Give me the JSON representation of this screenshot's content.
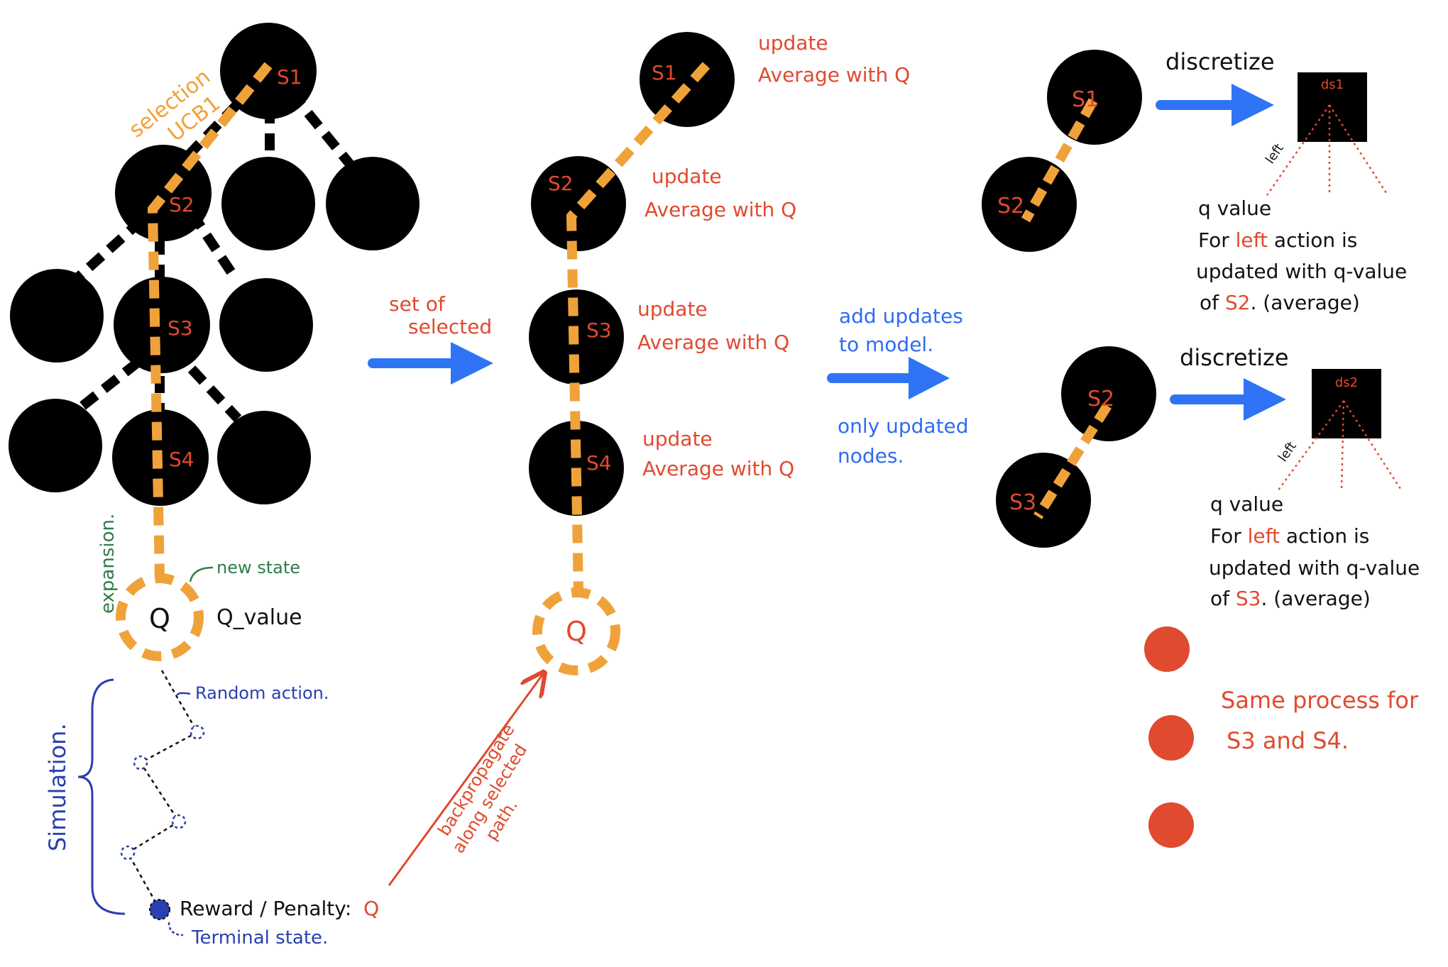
{
  "colors": {
    "node": "#000000",
    "path": "#f0a23a",
    "arrow_blue": "#2f74f5",
    "text_red": "#e04a2f",
    "text_blue": "#2f6bf0",
    "text_navy": "#2a3fb0",
    "text_green": "#2e7d4a",
    "dot_red": "#e04a2f"
  },
  "tree": {
    "s1": "S1",
    "s2": "S2",
    "s3": "S3",
    "s4": "S4",
    "selection_line1": "selection",
    "selection_line2": "UCB1",
    "expansion": "expansion.",
    "new_state": "new state",
    "q_node": "Q",
    "q_value": "Q_value",
    "random_action": "Random action.",
    "simulation": "Simulation.",
    "reward_prefix": "Reward / Penalty:",
    "reward_q": "Q",
    "terminal_state": "Terminal state."
  },
  "arrow_selected": {
    "line1": "set of",
    "line2": "selected"
  },
  "backprop": {
    "line1": "backpropagate",
    "line2": "along selected",
    "line3": "path."
  },
  "path_column": {
    "s1": "S1",
    "s2": "S2",
    "s3": "S3",
    "s4": "S4",
    "q_node": "Q",
    "updates": [
      {
        "line1": "update",
        "line2": "Average with Q"
      },
      {
        "line1": "update",
        "line2": "Average with Q"
      },
      {
        "line1": "update",
        "line2": "Average with Q"
      },
      {
        "line1": "update",
        "line2": "Average with Q"
      }
    ]
  },
  "model_arrow": {
    "line1": "add updates",
    "line2": "to model.",
    "line3": "only updated",
    "line4": "nodes."
  },
  "discretize_top": {
    "label": "discretize",
    "parent": "S1",
    "child": "S2",
    "box": "ds1",
    "left": "left",
    "desc1": "q value",
    "desc2_pre": "For ",
    "desc2_red": "left",
    "desc2_post": " action is",
    "desc3": "updated with q-value",
    "desc4_pre": "of ",
    "desc4_red": "S2",
    "desc4_post": ". (average)"
  },
  "discretize_bottom": {
    "label": "discretize",
    "parent": "S2",
    "child": "S3",
    "box": "ds2",
    "left": "left",
    "desc1": "q value",
    "desc2_pre": "For ",
    "desc2_red": "left",
    "desc2_post": " action is",
    "desc3": "updated with q-value",
    "desc4_pre": "of ",
    "desc4_red": "S3",
    "desc4_post": ". (average)"
  },
  "same_process": {
    "line1": "Same process for",
    "line2": "S3 and S4."
  }
}
